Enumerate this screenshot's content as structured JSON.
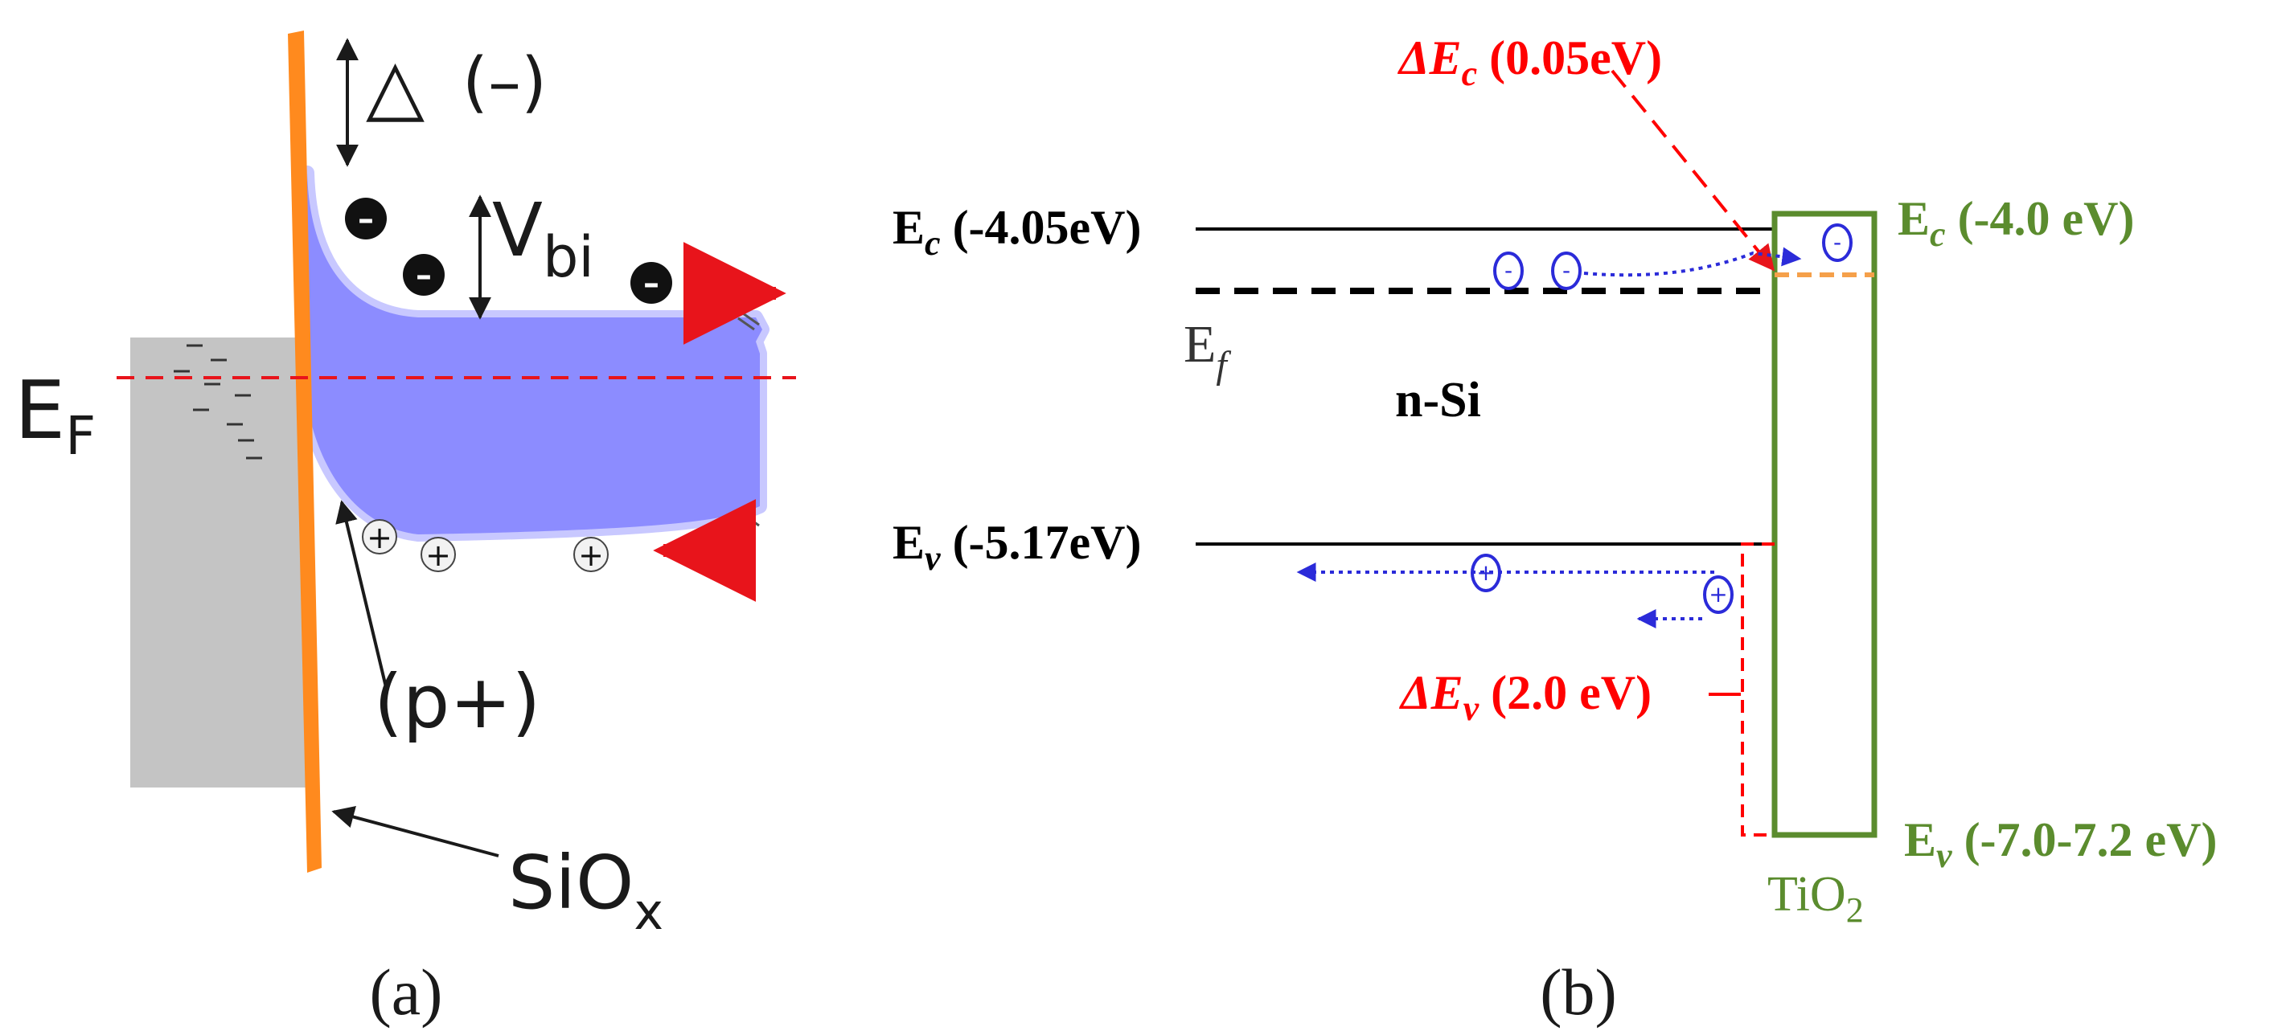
{
  "panel_a": {
    "caption": "(a)",
    "delta_symbol": "△",
    "delta_paren": "(–)",
    "vbi_main": "V",
    "vbi_sub": "bi",
    "ef_main": "E",
    "ef_sub": "F",
    "p_plus": "(p+)",
    "siox_main": "SiO",
    "siox_sub": "x",
    "electron_sign": "–",
    "hole_sign": "+",
    "colors": {
      "silicon_band": "#8c8cff",
      "oxide": "#ff8a1e",
      "metal": "#c4c4c4",
      "arrow": "#e8141b",
      "fermi": "#e8141b"
    }
  },
  "panel_b": {
    "caption": "(b)",
    "ec_si": {
      "main": "E",
      "sub": "c",
      "value": " (-4.05eV)"
    },
    "ev_si": {
      "main": "E",
      "sub": "v",
      "value": " (-5.17eV)"
    },
    "ef_si": {
      "main": "E",
      "sub": "f"
    },
    "nsi": "n-Si",
    "ec_tio2": {
      "main": "E",
      "sub": "c",
      "value": " (-4.0 eV)"
    },
    "ev_tio2": {
      "main": "E",
      "sub": "v",
      "value": " (-7.0-7.2 eV)"
    },
    "tio2": {
      "main": "TiO",
      "sub": "2"
    },
    "delta_ec": {
      "main": "ΔE",
      "sub": "c",
      "value": " (0.05eV)"
    },
    "delta_ev": {
      "main": "ΔE",
      "sub": "v",
      "value": " (2.0 eV)"
    },
    "electron_sign": "-",
    "hole_sign": "+",
    "colors": {
      "tio2": "#5b8c2e",
      "offset": "#ff0000",
      "carrier": "#2b2bd9",
      "level": "#000000",
      "tio2_fermi": "#f5a04a"
    }
  }
}
